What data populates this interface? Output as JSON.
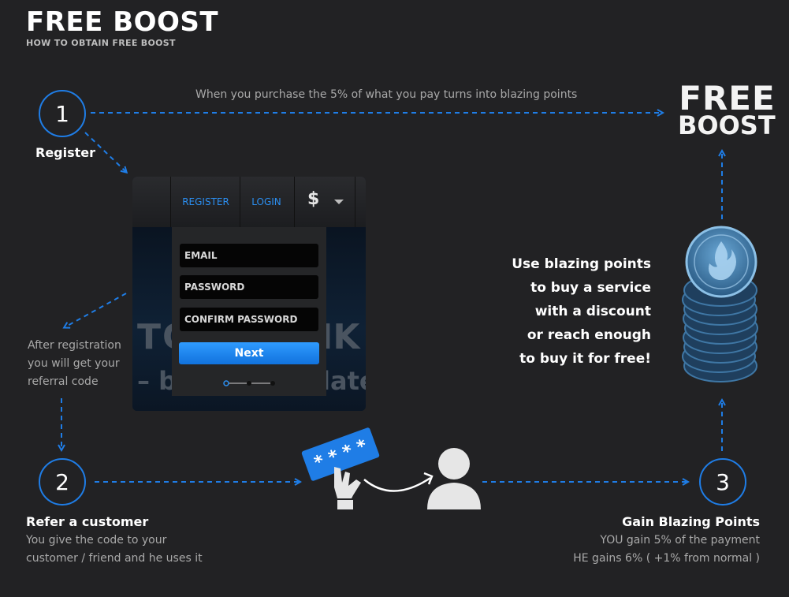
{
  "header": {
    "title": "FREE BOOST",
    "subtitle": "HOW TO OBTAIN FREE BOOST"
  },
  "top_flow_text": "When you purchase the 5% of what you pay turns into blazing points",
  "logo": {
    "line1": "FREE",
    "line2": "BOOST"
  },
  "steps": [
    {
      "number": "1",
      "label": "Register"
    },
    {
      "number": "2",
      "label": "Refer a customer",
      "desc_line1": "You give the code to your",
      "desc_line2": "customer / friend and he uses it"
    },
    {
      "number": "3",
      "label": "Gain Blazing Points",
      "desc_line1": "YOU gain 5% of the payment",
      "desc_line2": "HE gains 6% ( +1% from normal )"
    }
  ],
  "after_registration": {
    "line1": "After registration",
    "line2": "you will get your",
    "line3": "referral code"
  },
  "register_mockup": {
    "tab_register": "REGISTER",
    "tab_login": "LOGIN",
    "currency": "$",
    "email_placeholder": "EMAIL",
    "password_placeholder": "PASSWORD",
    "confirm_placeholder": "CONFIRM PASSWORD",
    "next_label": "Next"
  },
  "code_card": "* * * *",
  "blazing_text": {
    "line1": "Use blazing points",
    "line2": "to buy a service",
    "line3": "with a discount",
    "line4": "or reach enough",
    "line5": "to buy it for free!"
  },
  "colors": {
    "accent": "#1f7de6",
    "background": "#222224"
  }
}
